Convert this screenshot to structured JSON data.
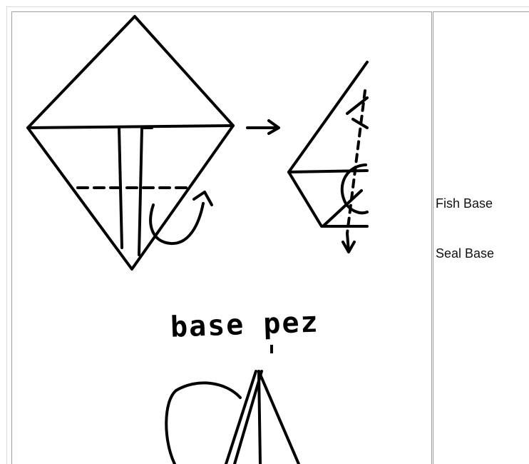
{
  "diagram": {
    "handwritten_caption": "base pez",
    "arrow_glyph": "→"
  },
  "labels": [
    {
      "text": "Fish Base"
    },
    {
      "text": "Seal Base"
    }
  ]
}
